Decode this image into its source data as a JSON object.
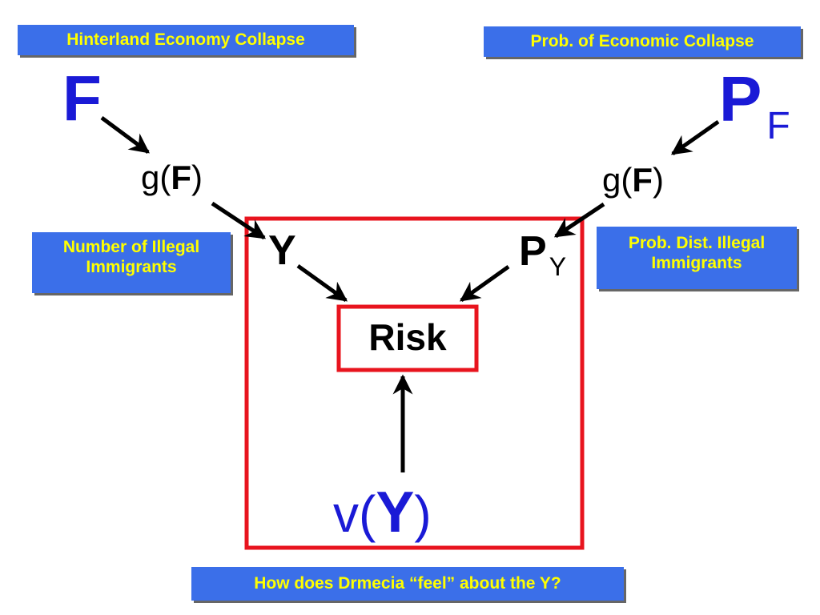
{
  "labels": {
    "hinterland": "Hinterland Economy Collapse",
    "prob_collapse": "Prob. of Economic Collapse",
    "num_illegal_line1": "Number of Illegal",
    "num_illegal_line2": "Immigrants",
    "prob_dist_line1": "Prob. Dist. Illegal",
    "prob_dist_line2": "Immigrants",
    "question": "How does Drmecia “feel” about the Y?"
  },
  "nodes": {
    "F": "F",
    "P": "P",
    "P_sub_F": "F",
    "g_left_prefix": "g(",
    "g_left_arg": "F",
    "g_left_suffix": ")",
    "g_right_prefix": "g(",
    "g_right_arg": "F",
    "g_right_suffix": ")",
    "Y": "Y",
    "PY_P": "P",
    "PY_sub": "Y",
    "risk": "Risk",
    "v_prefix": "v(",
    "v_arg": "Y",
    "v_suffix": ")"
  },
  "colors": {
    "label_bg": "#3b6fe9",
    "label_text": "#ffff00",
    "symbol_blue": "#1a1ad6",
    "frame_red": "#e8141e",
    "arrow": "#000000"
  }
}
